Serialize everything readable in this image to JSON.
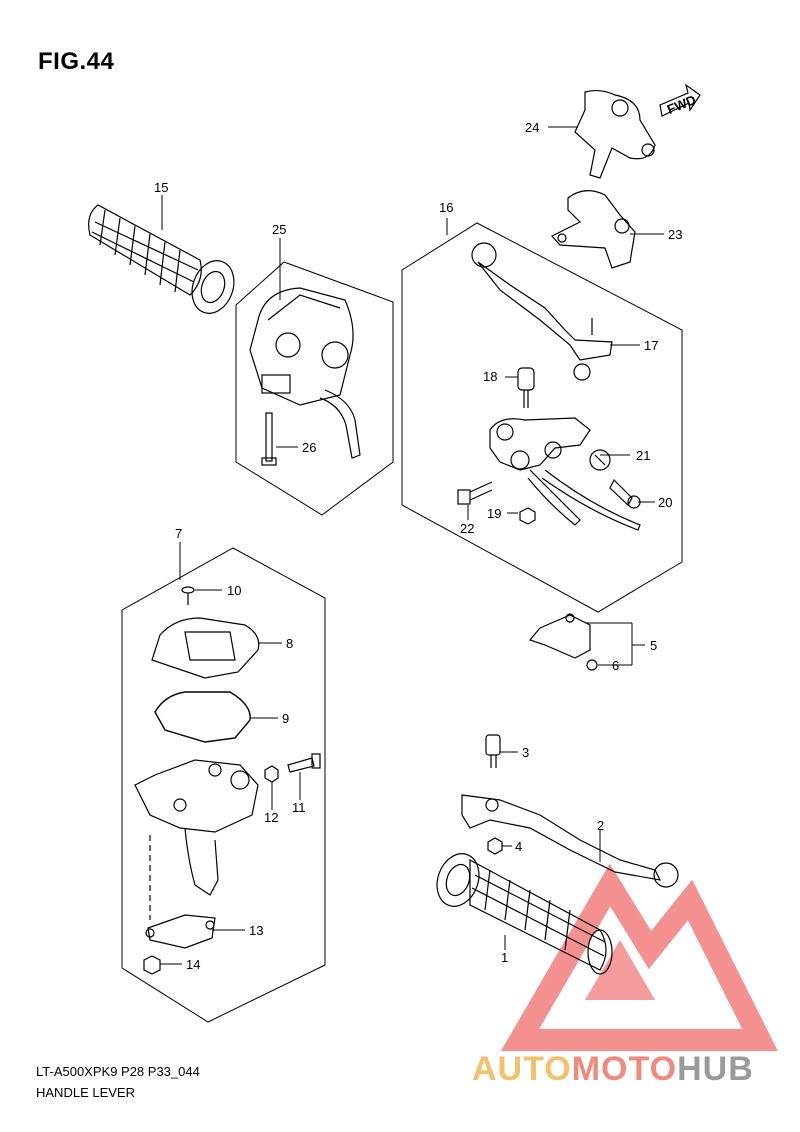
{
  "figure": {
    "title": "FIG.44",
    "model_code": "LT-A500XPK9 P28 P33_044",
    "caption": "HANDLE LEVER"
  },
  "fwd_label": "FWD",
  "watermark": {
    "part1": "AUTO",
    "part2": "MOTO",
    "part3": "HUB",
    "color_triangle": "#f26b6b",
    "color_auto": "#f5c06a",
    "color_moto": "#f08a7a",
    "color_hub": "#9a9a9a"
  },
  "callouts": {
    "p1": "1",
    "p2": "2",
    "p3": "3",
    "p4": "4",
    "p5": "5",
    "p6": "6",
    "p7": "7",
    "p8": "8",
    "p9": "9",
    "p10": "10",
    "p11": "11",
    "p12": "12",
    "p13": "13",
    "p14": "14",
    "p15": "15",
    "p16": "16",
    "p17": "17",
    "p18": "18",
    "p19": "19",
    "p20": "20",
    "p21": "21",
    "p22": "22",
    "p23": "23",
    "p24": "24",
    "p25": "25",
    "p26": "26"
  },
  "colors": {
    "line": "#000000",
    "background": "#ffffff"
  }
}
